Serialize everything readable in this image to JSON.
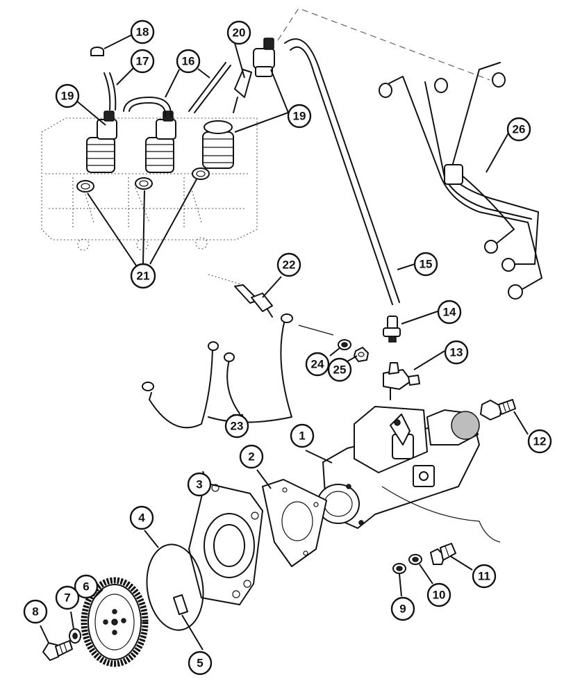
{
  "diagram": {
    "background": "#ffffff",
    "ink": "#111111",
    "callouts": [
      {
        "id": "c1",
        "label": "1"
      },
      {
        "id": "c2",
        "label": "2"
      },
      {
        "id": "c3",
        "label": "3"
      },
      {
        "id": "c4",
        "label": "4"
      },
      {
        "id": "c5",
        "label": "5"
      },
      {
        "id": "c6",
        "label": "6"
      },
      {
        "id": "c7",
        "label": "7"
      },
      {
        "id": "c8",
        "label": "8"
      },
      {
        "id": "c9",
        "label": "9"
      },
      {
        "id": "c10",
        "label": "10"
      },
      {
        "id": "c11",
        "label": "11"
      },
      {
        "id": "c12",
        "label": "12"
      },
      {
        "id": "c13",
        "label": "13"
      },
      {
        "id": "c14",
        "label": "14"
      },
      {
        "id": "c15",
        "label": "15"
      },
      {
        "id": "c16",
        "label": "16"
      },
      {
        "id": "c17",
        "label": "17"
      },
      {
        "id": "c18",
        "label": "18"
      },
      {
        "id": "c19a",
        "label": "19"
      },
      {
        "id": "c19b",
        "label": "19"
      },
      {
        "id": "c20",
        "label": "20"
      },
      {
        "id": "c21",
        "label": "21"
      },
      {
        "id": "c22",
        "label": "22"
      },
      {
        "id": "c23",
        "label": "23"
      },
      {
        "id": "c24",
        "label": "24"
      },
      {
        "id": "c25",
        "label": "25"
      },
      {
        "id": "c26",
        "label": "26"
      }
    ]
  }
}
